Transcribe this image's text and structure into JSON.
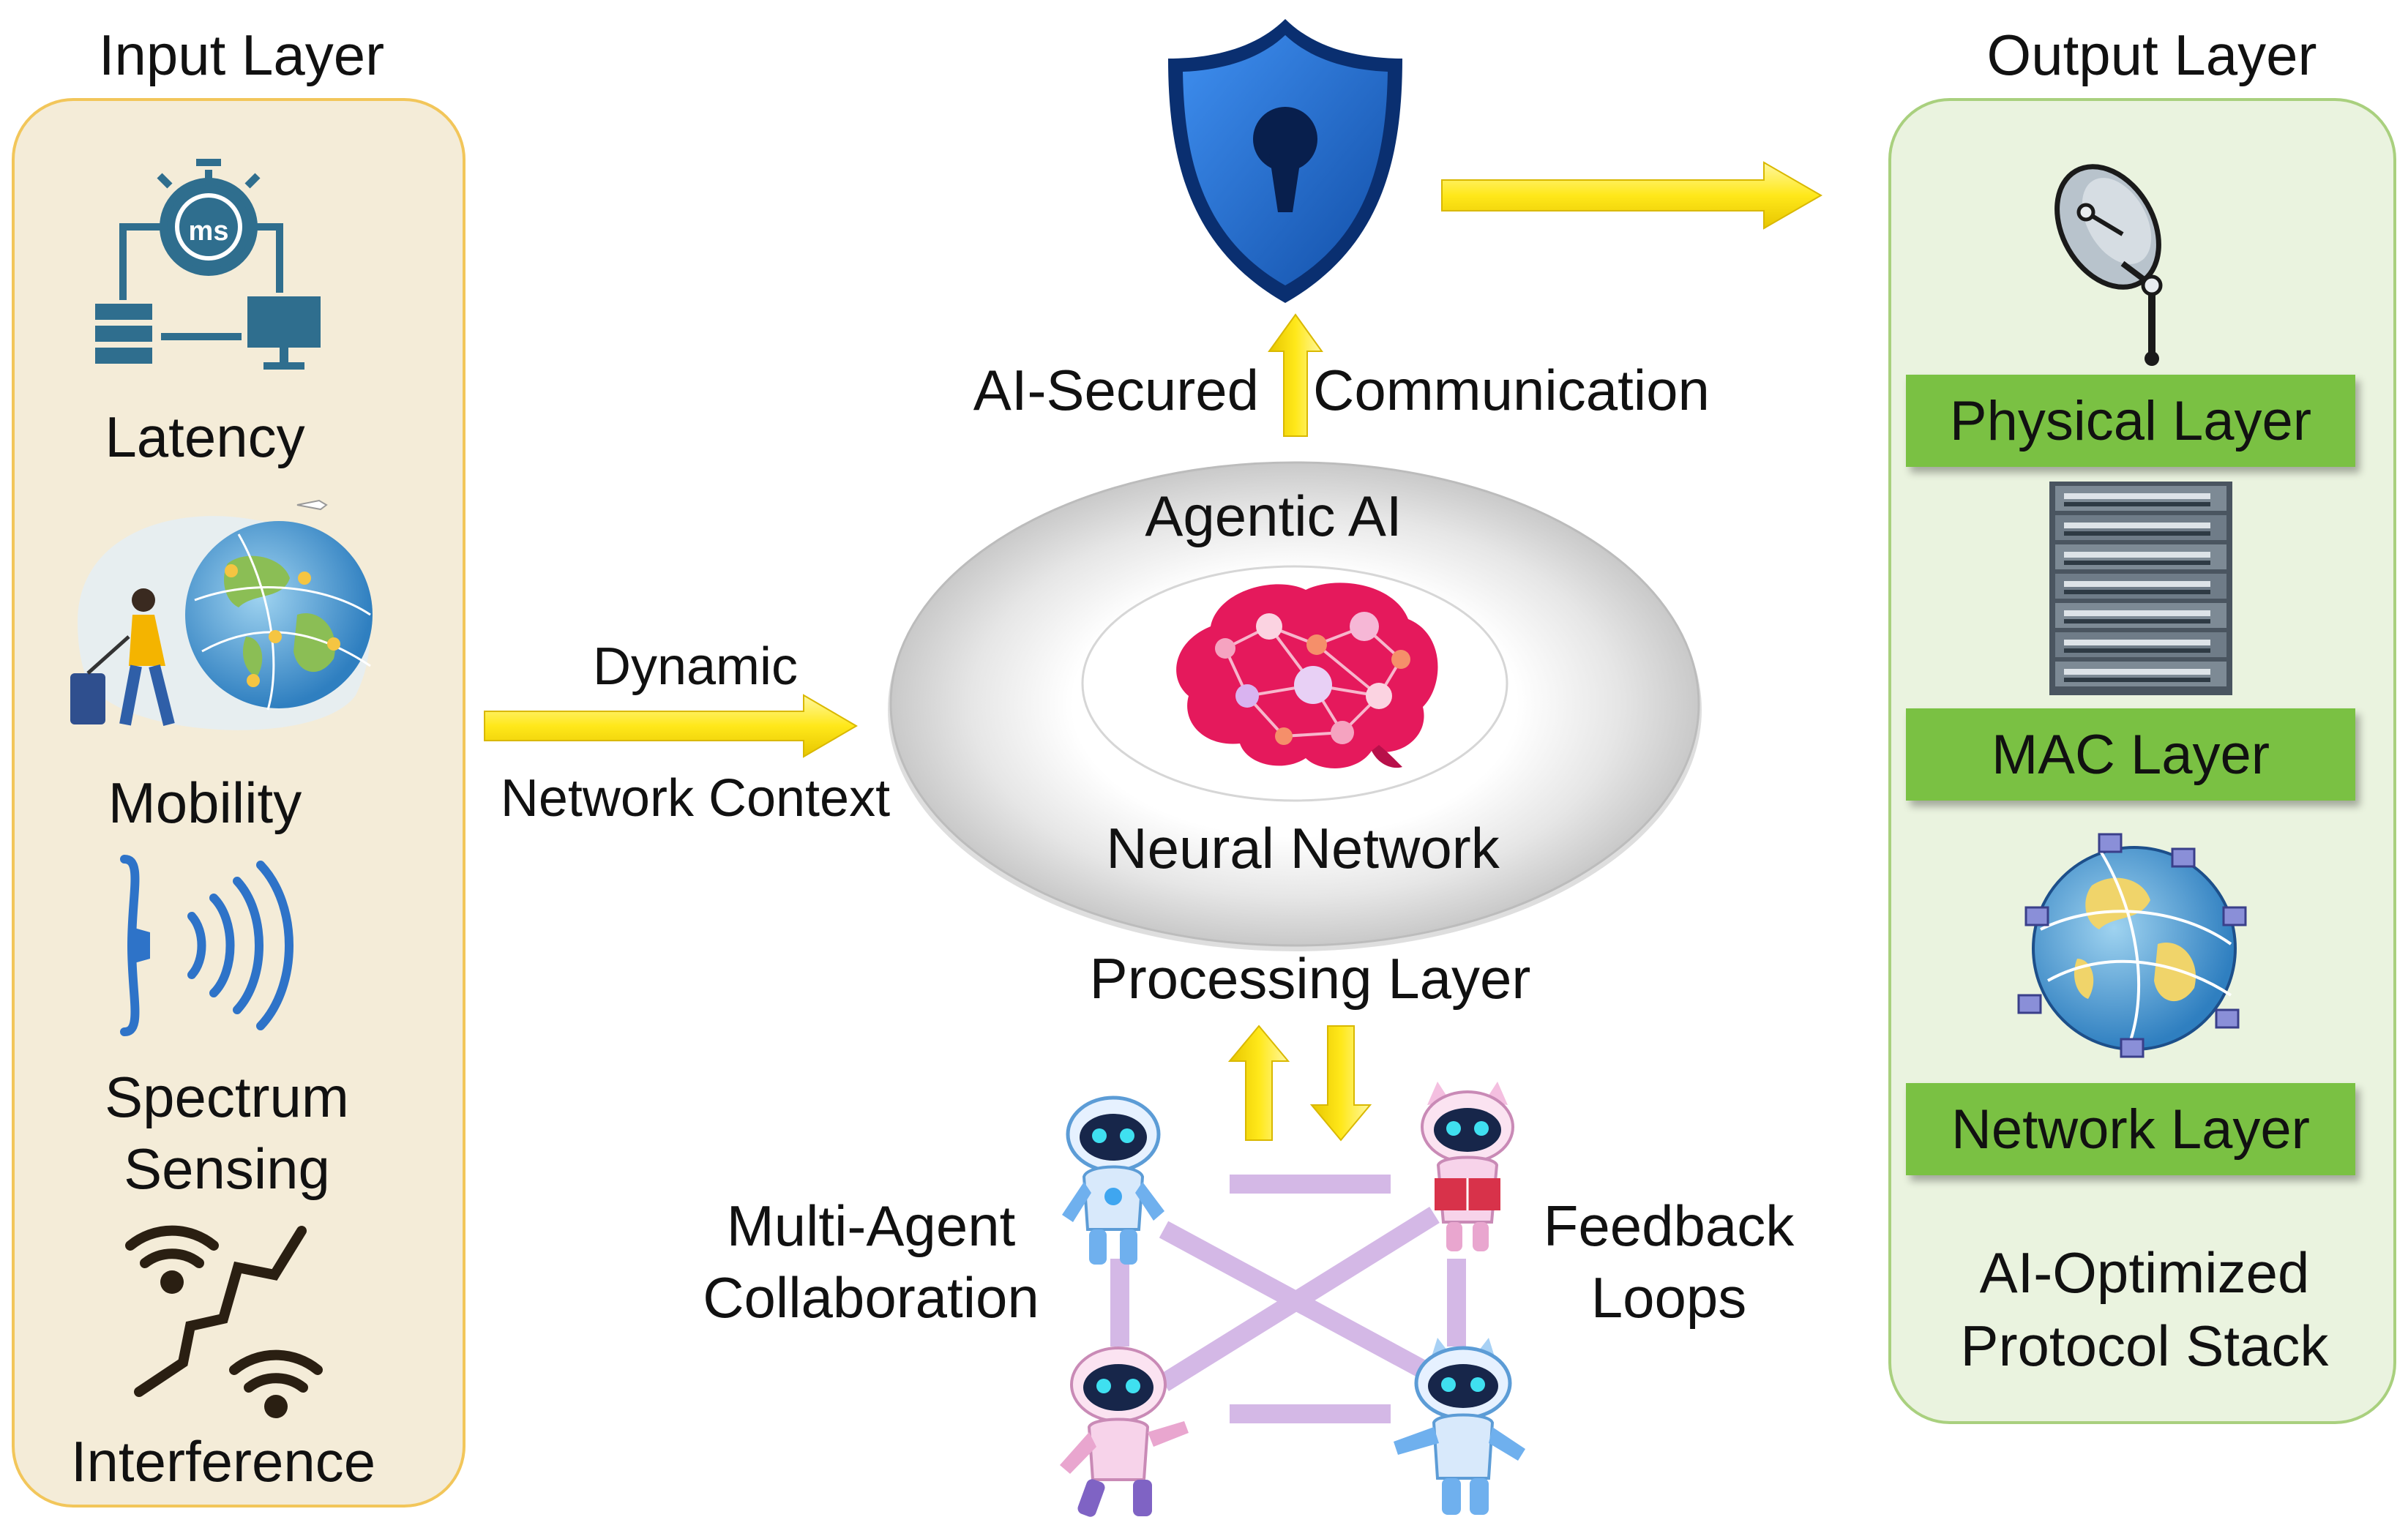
{
  "input_layer": {
    "title": "Input Layer",
    "items": [
      {
        "label": "Latency",
        "icon": "stopwatch-network-icon"
      },
      {
        "label": "Mobility",
        "icon": "traveler-globe-icon"
      },
      {
        "label": "Spectrum Sensing",
        "icon": "signal-waves-icon"
      },
      {
        "label": "Interference",
        "icon": "wifi-interference-icon"
      }
    ]
  },
  "processing_layer": {
    "title": "Processing Layer",
    "ring_top": "Agentic AI",
    "ring_bottom": "Neural Network",
    "context_top": "Dynamic",
    "context_bottom": "Network Context",
    "secured_left": "AI-Secured",
    "secured_right": "Communication",
    "multi_agent_1": "Multi-Agent",
    "multi_agent_2": "Collaboration",
    "feedback_1": "Feedback",
    "feedback_2": "Loops"
  },
  "output_layer": {
    "title": "Output Layer",
    "layers": [
      "Physical Layer",
      "MAC Layer",
      "Network Layer"
    ],
    "caption_1": "AI-Optimized",
    "caption_2": "Protocol Stack"
  },
  "colors": {
    "arrow_yellow": "#ffee22",
    "input_panel": "#f4ecd8",
    "input_border": "#f2c65a",
    "output_panel": "#eaf3df",
    "output_border": "#a9d07e",
    "layer_green": "#7ac143",
    "shield_blue": "#1e6fd0",
    "icon_blue": "#2f6e8e",
    "brain_pink": "#e5195c",
    "agent_link": "#d4b8e6"
  }
}
